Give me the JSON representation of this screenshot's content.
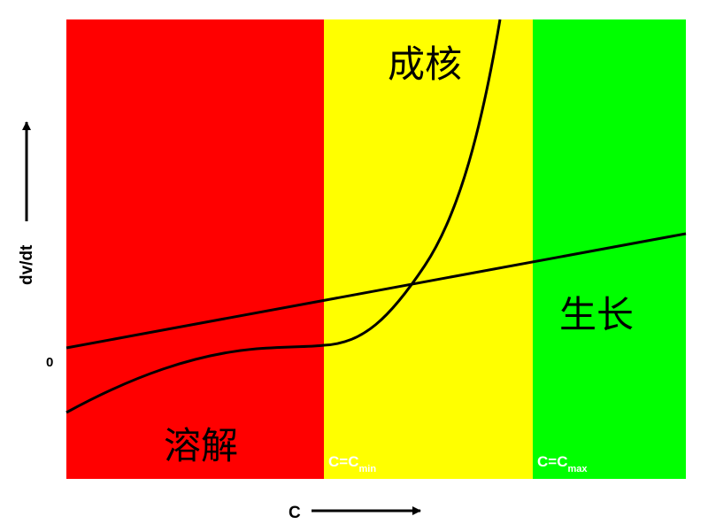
{
  "zones": {
    "dissolution": {
      "label": "溶解",
      "color": "#ff0000"
    },
    "nucleation": {
      "label": "成核",
      "color": "#ffff00"
    },
    "growth": {
      "label": "生长",
      "color": "#00ff00"
    }
  },
  "bounds": {
    "min": {
      "prefix": "C=C",
      "subscript": "min"
    },
    "max": {
      "prefix": "C=C",
      "subscript": "max"
    }
  },
  "axes": {
    "x_label": "C",
    "y_label": "dv/dt",
    "zero_label": "0"
  },
  "curves": {
    "nucleation_curve": {
      "name": "nucleation-curve",
      "color": "#000000"
    },
    "growth_line": {
      "name": "growth-line",
      "color": "#000000"
    }
  }
}
